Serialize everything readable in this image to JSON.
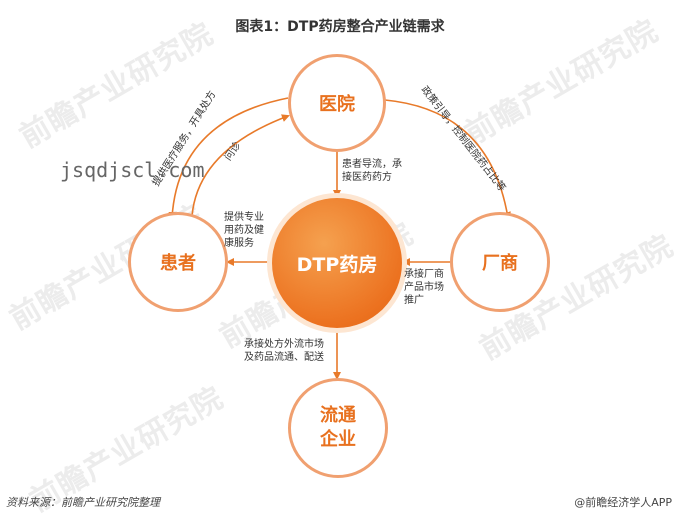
{
  "title": "图表1：DTP药房整合产业链需求",
  "watermark": {
    "brand": "前瞻产业研究院",
    "overlay": "jsqdjscl.com"
  },
  "nodes": {
    "hospital": "医院",
    "patient": "患者",
    "pharmacy": "DTP药房",
    "manufacturer": "厂商",
    "distributor_line1": "流通",
    "distributor_line2": "企业"
  },
  "edges": {
    "hospital_to_patient": "提供医疗服务，开具处方",
    "patient_to_hospital": "问诊",
    "hospital_to_manufacturer": "政策引导，控制医院药占比等",
    "hospital_pharmacy_line1": "患者导流，承",
    "hospital_pharmacy_line2": "接医药药方",
    "pharmacy_patient_line1": "提供专业",
    "pharmacy_patient_line2": "用药及健",
    "pharmacy_patient_line3": "康服务",
    "manufacturer_pharmacy_line1": "承接厂商",
    "manufacturer_pharmacy_line2": "产品市场",
    "manufacturer_pharmacy_line3": "推广",
    "pharmacy_distributor_line1": "承接处方外流市场",
    "pharmacy_distributor_line2": "及药品流通、配送"
  },
  "footer": {
    "source": "资料来源：前瞻产业研究院整理",
    "brand": "@前瞻经济学人APP"
  },
  "colors": {
    "accent": "#e8711f",
    "arrow": "#e87a2a",
    "outline": "#f0a070"
  }
}
